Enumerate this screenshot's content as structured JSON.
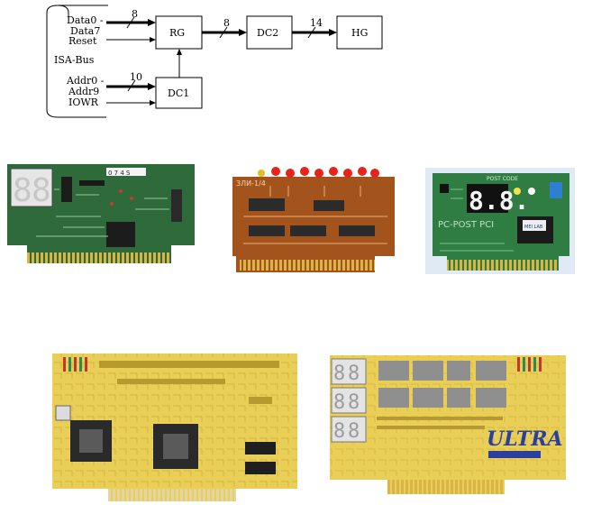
{
  "diagram": {
    "bus": {
      "label": "ISA-Bus",
      "data_signals": [
        "Data0 -",
        "Data7",
        "Reset"
      ],
      "addr_signals": [
        "Addr0 -",
        "Addr9",
        "IOWR"
      ]
    },
    "blocks": {
      "rg": "RG",
      "dc2": "DC2",
      "hg": "HG",
      "dc1": "DC1"
    },
    "bus_widths": {
      "data": "8",
      "rg_dc2": "8",
      "dc2_hg": "14",
      "addr": "10"
    }
  },
  "photos": {
    "card1": {
      "digit": "8",
      "chip_label": "0 7 4 S"
    },
    "card2": {
      "label": "ЗЛИ-1/4"
    },
    "card3": {
      "header": "POST CODE",
      "digits": "8.8.",
      "title": "PC-POST PCI",
      "chip_label": "MEI LAB"
    },
    "card4": {},
    "card5": {
      "brand": "ULTRA",
      "digit": "8"
    }
  },
  "colors": {
    "pcb_green": "#2f6b3a",
    "pcb_brown": "#a2541c",
    "pcb_yellow": "#e9cf58",
    "gold": "#c9a640",
    "led_red": "#e8231c"
  }
}
